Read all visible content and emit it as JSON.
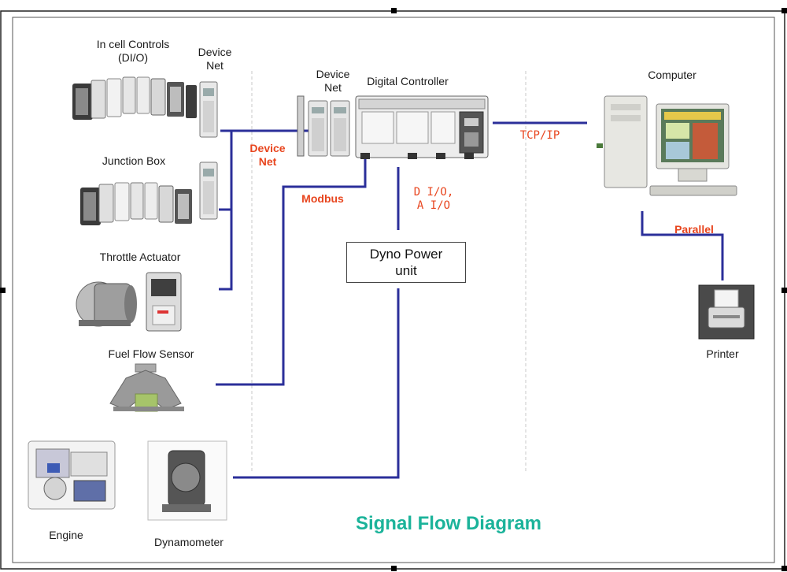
{
  "diagram": {
    "title": "Signal Flow Diagram",
    "nodes": {
      "in_cell_controls": "In cell Controls\n(DI/O)",
      "device_net_left": "Device\nNet",
      "junction_box": "Junction Box",
      "throttle_actuator": "Throttle Actuator",
      "fuel_flow_sensor": "Fuel Flow Sensor",
      "engine": "Engine",
      "dynamometer": "Dynamometer",
      "device_net_center": "Device\nNet",
      "digital_controller": "Digital Controller",
      "computer": "Computer",
      "printer": "Printer",
      "dyno_power_unit": "Dyno Power\nunit"
    },
    "connections": {
      "device_net": "Device\nNet",
      "modbus": "Modbus",
      "dio_aio": "D I/O,\nA I/O",
      "tcp_ip": "TCP/IP",
      "parallel": "Parallel"
    },
    "colors": {
      "wire": "#2b2f9a",
      "connection_label": "#e8451e",
      "title": "#1bb39a",
      "frame": "#222222",
      "divider": "#c8c8c8"
    }
  }
}
